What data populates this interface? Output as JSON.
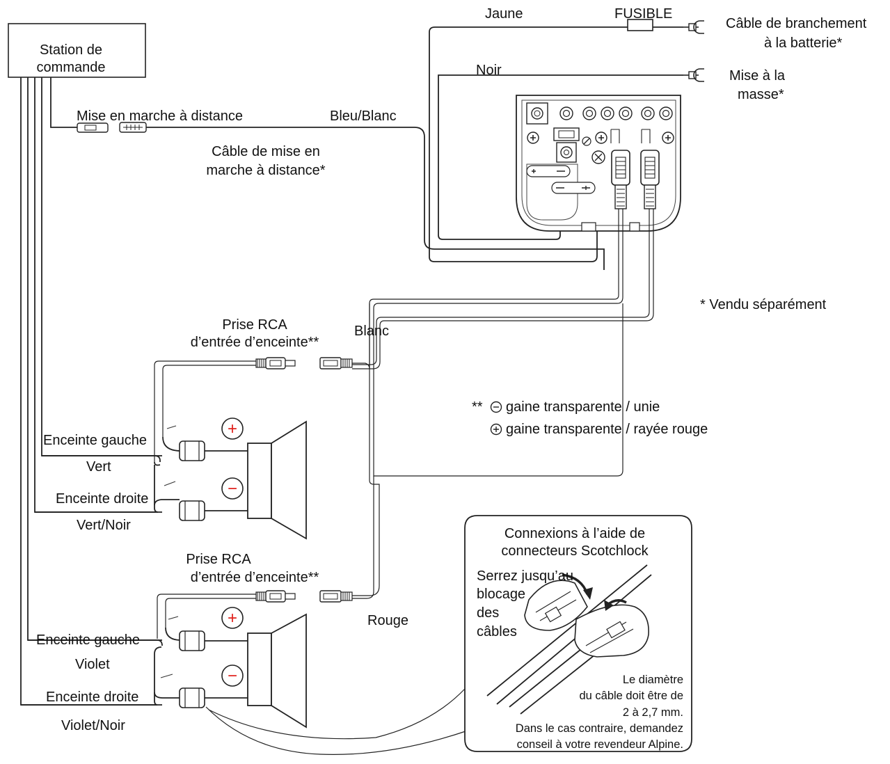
{
  "head_unit": {
    "line1": "Station de",
    "line2": "commande"
  },
  "power": {
    "yellow": "Jaune",
    "fuse": "FUSIBLE",
    "battery_line1": "Câble de branchement",
    "battery_line2": "à la batterie*",
    "black": "Noir",
    "ground_line1": "Mise à la",
    "ground_line2": "masse*"
  },
  "remote": {
    "label": "Mise en marche à distance",
    "color": "Bleu/Blanc",
    "cable_line1": "Câble de mise en",
    "cable_line2": "marche à distance*"
  },
  "note_sold_separately": "* Vendu séparément",
  "rca_upper": {
    "line1": "Prise RCA",
    "line2": "d’entrée d’enceinte**",
    "color": "Blanc"
  },
  "rca_lower": {
    "line1": "Prise RCA",
    "line2": "d’entrée d’enceinte**",
    "color": "Rouge"
  },
  "legend": {
    "prefix": "**",
    "minus_text": "gaine transparente / unie",
    "plus_text": "gaine transparente / rayée rouge"
  },
  "front_speakers": {
    "left": "Enceinte gauche",
    "left_color": "Vert",
    "right": "Enceinte droite",
    "right_color": "Vert/Noir"
  },
  "rear_speakers": {
    "left": "Enceinte gauche",
    "left_color": "Violet",
    "right": "Enceinte droite",
    "right_color": "Violet/Noir"
  },
  "scotchlock": {
    "title_line1": "Connexions à l’aide  de",
    "title_line2": "connecteurs Scotchlock",
    "tighten_line1": "Serrez jusqu’au",
    "tighten_line2": "blocage",
    "tighten_line3": "des",
    "tighten_line4": "câbles",
    "note_line1": "Le diamètre",
    "note_line2": "du câble doit être de",
    "note_line3": "2 à 2,7 mm.",
    "note_line4": "Dans le cas contraire, demandez",
    "note_line5": "conseil à votre revendeur Alpine."
  },
  "polarity": {
    "plus": "+",
    "minus": "−"
  },
  "colors": {
    "polarity_red": "#e0201b",
    "line": "#222222"
  }
}
